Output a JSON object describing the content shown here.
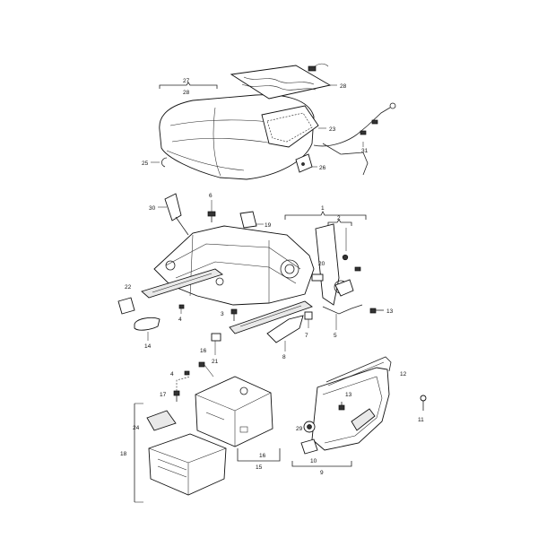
{
  "labels": {
    "p1": "1",
    "p2": "2",
    "p3": "3",
    "p4a": "4",
    "p4b": "4",
    "p5": "5",
    "p6": "6",
    "p7": "7",
    "p8": "8",
    "p9": "9",
    "p10": "10",
    "p11": "11",
    "p12": "12",
    "p13a": "13",
    "p13b": "13",
    "p14": "14",
    "p15": "15",
    "p16a": "16",
    "p16b": "16",
    "p17": "17",
    "p18": "18",
    "p19": "19",
    "p20": "20",
    "p21": "21",
    "p22": "22",
    "p23": "23",
    "p24": "24",
    "p25": "25",
    "p26": "26",
    "p27": "27",
    "p28a": "28",
    "p28b": "28",
    "p29": "29",
    "p30": "30",
    "p31": "31"
  },
  "colors": {
    "line": "#222222",
    "fill": "#ffffff",
    "shade": "#e9e9e9"
  }
}
